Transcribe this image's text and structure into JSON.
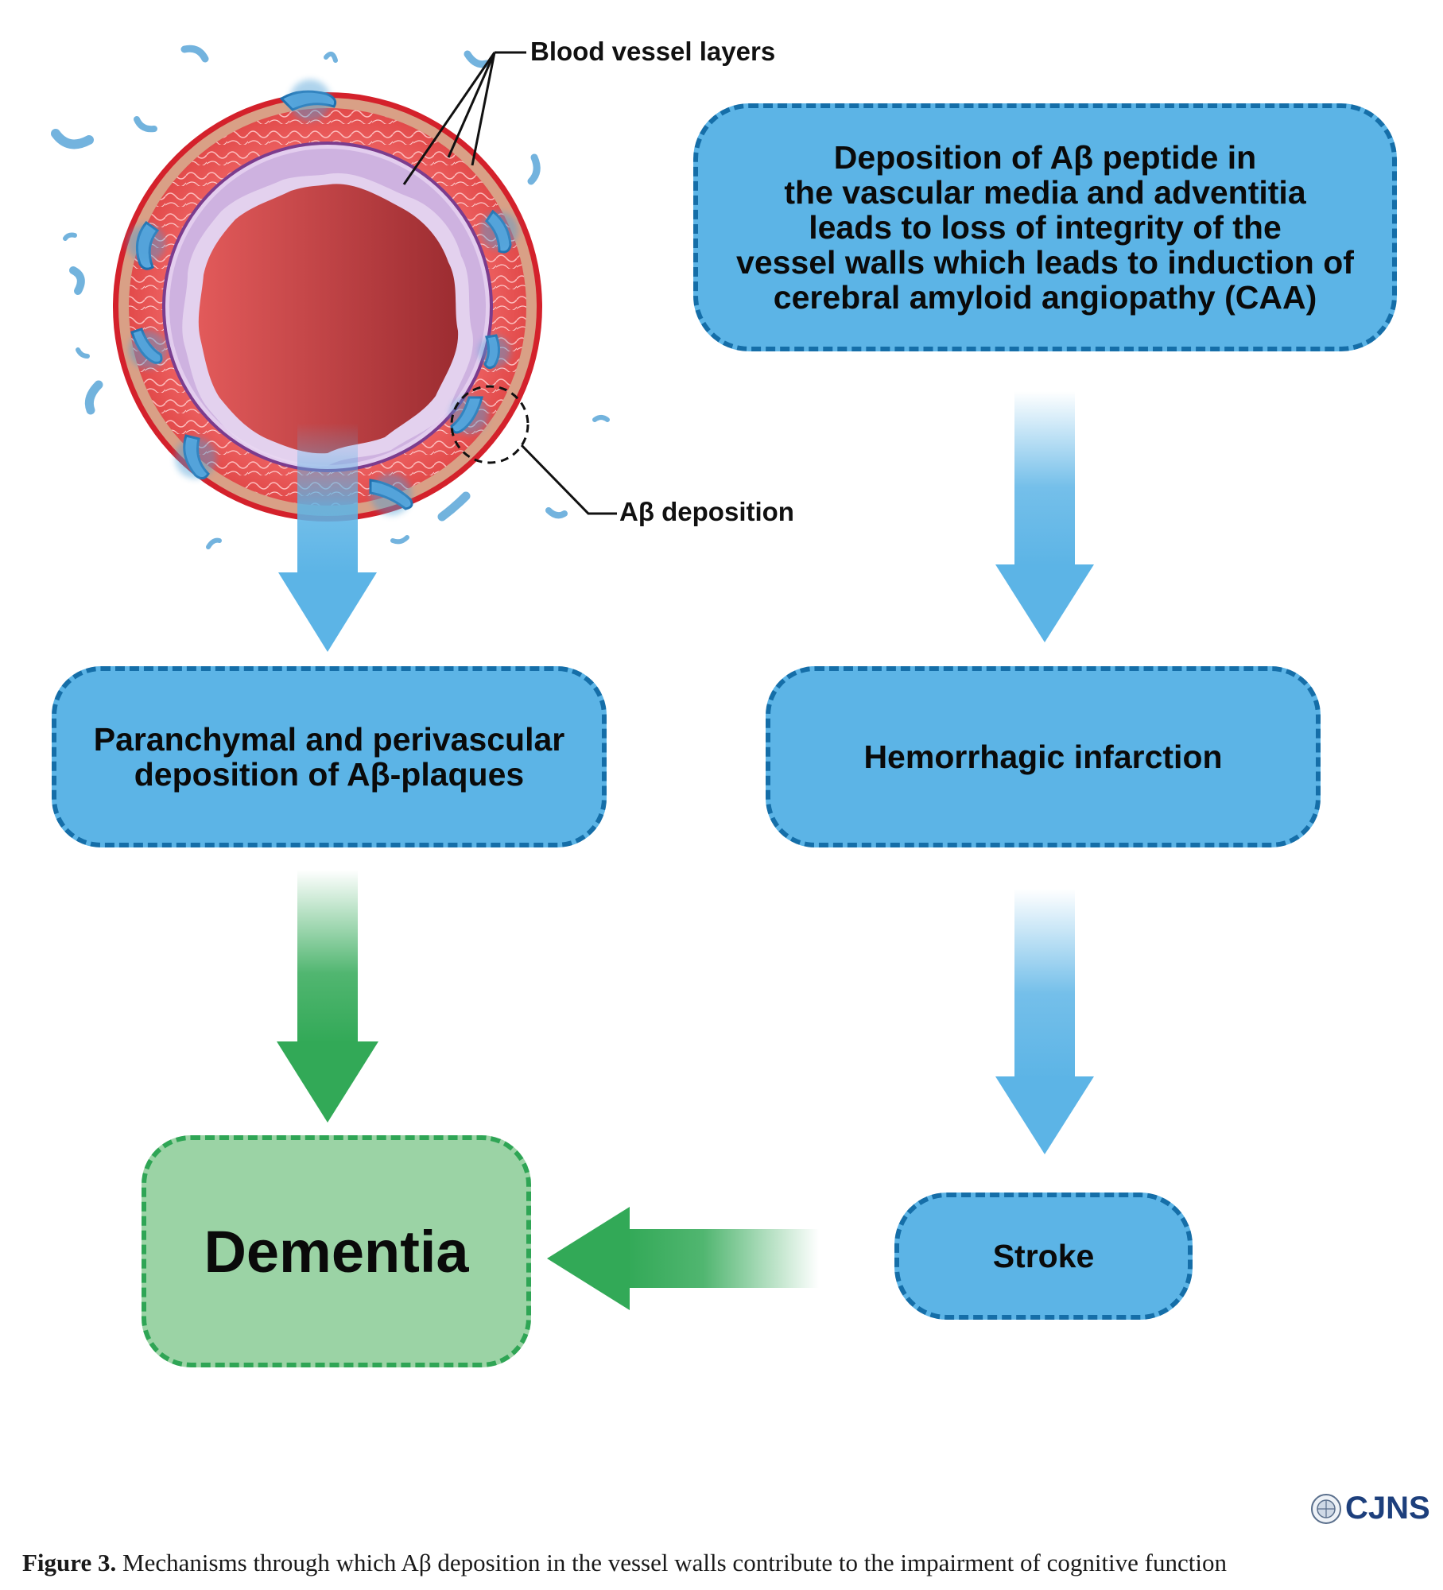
{
  "labels": {
    "blood_vessel_layers": "Blood vessel layers",
    "ab_deposition": "Aβ deposition"
  },
  "boxes": {
    "caa_lines": [
      "Deposition of Aβ peptide in",
      "the vascular media and adventitia",
      "leads to loss of integrity of the",
      "vessel walls which leads to induction of",
      "cerebral amyloid angiopathy (CAA)"
    ],
    "plaques_lines": [
      "Paranchymal and perivascular",
      "deposition of Aβ-plaques"
    ],
    "hemorrhagic": "Hemorrhagic infarction",
    "stroke": "Stroke",
    "dementia": "Dementia"
  },
  "caption": {
    "figure_label": "Figure 3.",
    "text": "Mechanisms through which Aβ deposition in the vessel walls contribute to the impairment of cognitive function"
  },
  "logo": {
    "text": "CJNS"
  },
  "colors": {
    "blue_fill": "#5cb4e6",
    "blue_border": "#156ea8",
    "green_fill": "#9bd3a5",
    "green_border": "#2fa555",
    "vessel_red": "#d42a2a",
    "lumen_red": "#c23a3a",
    "intima_lavender": "#e3cdee",
    "deposit_blue": "#4d9fd6"
  }
}
